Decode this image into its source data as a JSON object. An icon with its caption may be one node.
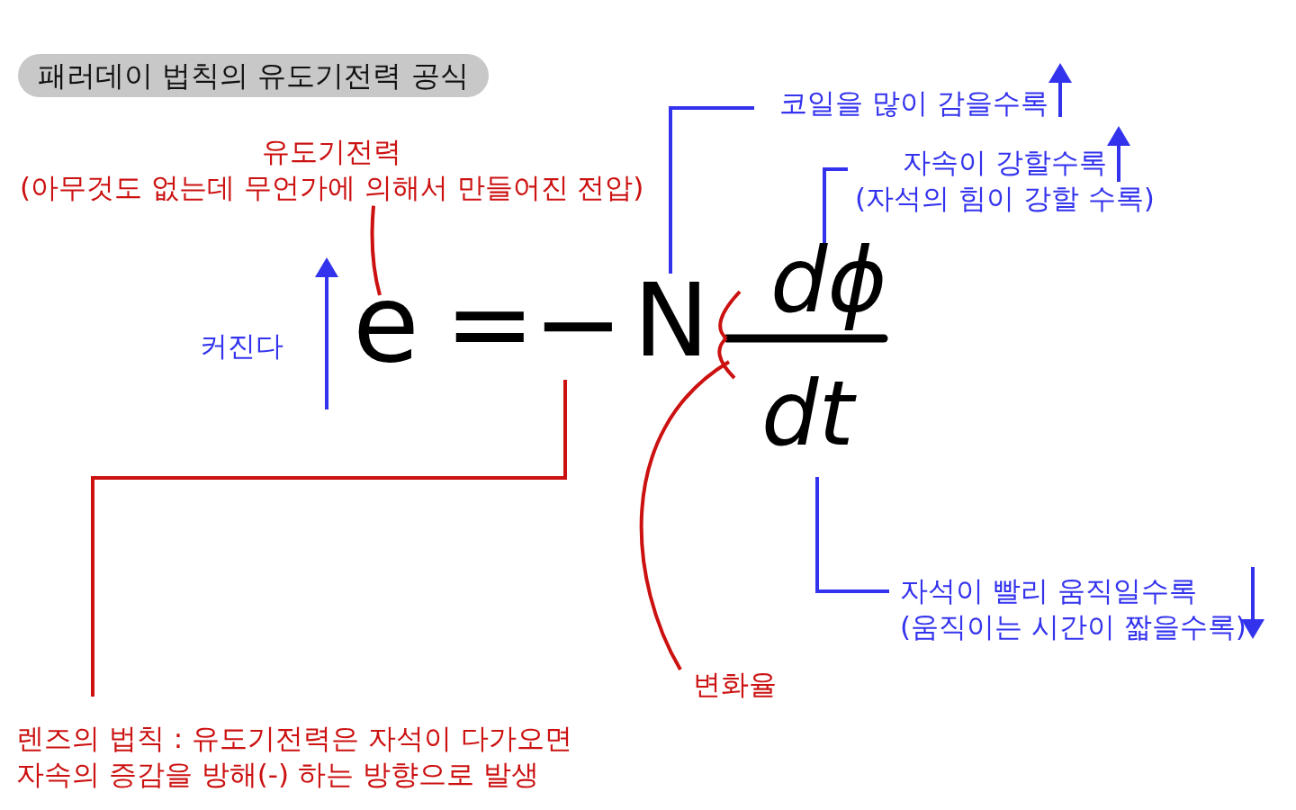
{
  "diagram": {
    "title": "패러데이 법칙의 유도기전력 공식",
    "nodes": [
      {
        "text": [
          "e"
        ]
      },
      {
        "text": [
          "="
        ]
      },
      {
        "text": [
          "−"
        ]
      },
      {
        "text": [
          "N"
        ]
      },
      {
        "text": [
          "dϕ"
        ]
      },
      {
        "text": [
          "dt"
        ]
      },
      {
        "text": [
          "유도기전력",
          "(아무것도 없는데 무언가에 의해서 만들어진 전압)"
        ]
      },
      {
        "text": [
          "커진다"
        ]
      },
      {
        "text": [
          "코일을 많이 감을수록"
        ]
      },
      {
        "text": [
          "자속이 강할수록",
          "(자석의 힘이 강할 수록)"
        ]
      },
      {
        "text": [
          "자석이 빨리 움직일수록",
          "(움직이는 시간이 짧을수록)"
        ]
      },
      {
        "text": [
          "변화율"
        ]
      },
      {
        "text": [
          "렌즈의 법칙 : 유도기전력은 자석이 다가오면 자속의 증감을 방해(-) 하는 방향으로 발생"
        ]
      },
      {
        "text": [],
        "shape": "bar"
      }
    ],
    "edges": [
      {
        "from": 6,
        "to": 0,
        "arrow": "none",
        "color": "#cc1111"
      },
      {
        "from": 12,
        "to": 2,
        "arrow": "none",
        "color": "#cc1111"
      },
      {
        "from": 8,
        "to": 3,
        "arrow": "none",
        "color": "#3333ee"
      },
      {
        "from": 9,
        "to": 4,
        "arrow": "none",
        "color": "#3333ee"
      },
      {
        "from": 10,
        "to": 5,
        "arrow": "none",
        "color": "#3333ee"
      },
      {
        "from": 11,
        "to": 13,
        "arrow": "none",
        "color": "#cc1111"
      }
    ]
  }
}
